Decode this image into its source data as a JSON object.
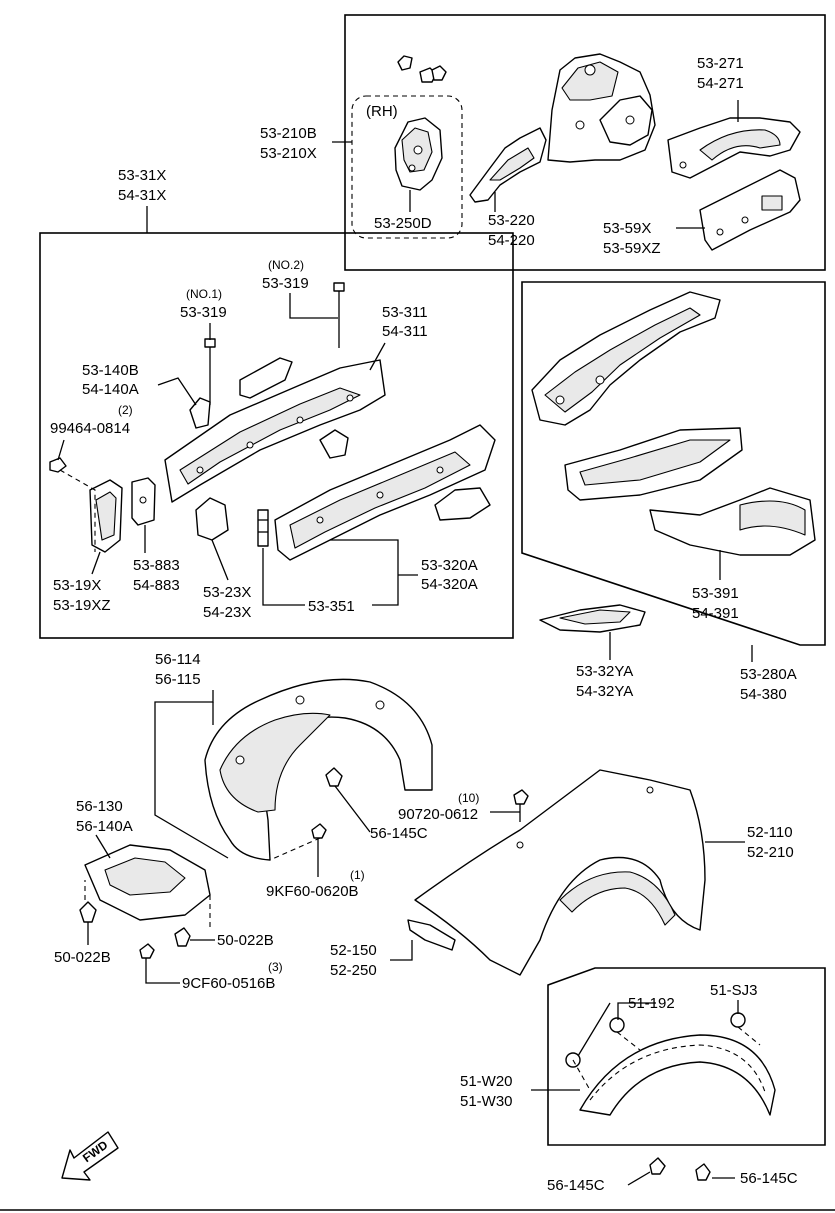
{
  "labels": {
    "l_53_210B": "53-210B",
    "l_53_210X": "53-210X",
    "rh": "(RH)",
    "l_53_250D": "53-250D",
    "l_53_220": "53-220",
    "l_54_220": "54-220",
    "l_53_271": "53-271",
    "l_54_271": "54-271",
    "l_53_59X": "53-59X",
    "l_53_59XZ": "53-59XZ",
    "l_53_31X": "53-31X",
    "l_54_31X": "54-31X",
    "no2": "(NO.2)",
    "l_53_319_b": "53-319",
    "no1": "(NO.1)",
    "l_53_319_a": "53-319",
    "l_53_311": "53-311",
    "l_54_311": "54-311",
    "l_53_140B": "53-140B",
    "l_54_140A": "54-140A",
    "q2": "(2)",
    "l_99464": "99464-0814",
    "l_53_883": "53-883",
    "l_54_883": "54-883",
    "l_53_23X": "53-23X",
    "l_54_23X": "54-23X",
    "l_53_19X": "53-19X",
    "l_53_19XZ": "53-19XZ",
    "l_53_351": "53-351",
    "l_53_320A": "53-320A",
    "l_54_320A": "54-320A",
    "l_53_391": "53-391",
    "l_54_391": "54-391",
    "l_53_32YA": "53-32YA",
    "l_54_32YA": "54-32YA",
    "l_53_280A": "53-280A",
    "l_54_380": "54-380",
    "l_56_114": "56-114",
    "l_56_115": "56-115",
    "l_56_130": "56-130",
    "l_56_140A": "56-140A",
    "q10": "(10)",
    "l_90720": "90720-0612",
    "l_56_145C_a": "56-145C",
    "l_52_110": "52-110",
    "l_52_210": "52-210",
    "q1": "(1)",
    "l_9KF60": "9KF60-0620B",
    "l_50_022B_a": "50-022B",
    "l_50_022B_b": "50-022B",
    "q3": "(3)",
    "l_9CF60": "9CF60-0516B",
    "l_52_150": "52-150",
    "l_52_250": "52-250",
    "l_51_192": "51-192",
    "l_51_SJ3": "51-SJ3",
    "l_51_W20": "51-W20",
    "l_51_W30": "51-W30",
    "l_56_145C_b": "56-145C",
    "l_56_145C_c": "56-145C",
    "fwd": "FWD"
  }
}
